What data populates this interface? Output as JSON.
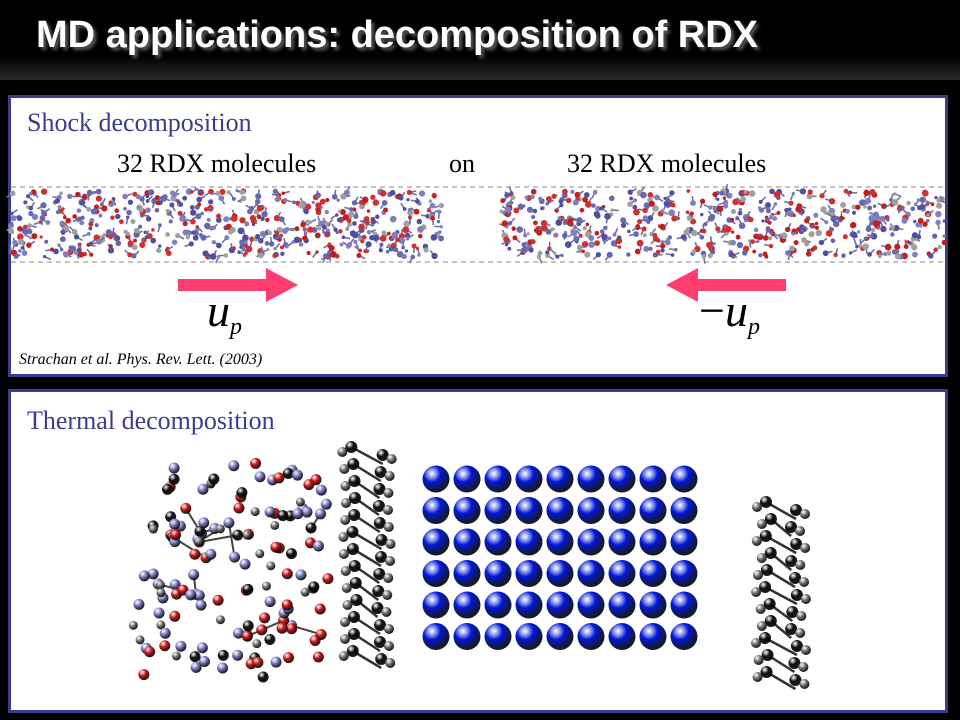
{
  "slide": {
    "title": "MD applications: decomposition of RDX",
    "colors": {
      "panel_border": "#3c3c8c",
      "arrow": "#ff3d6e",
      "section_title": "#3c3c8c",
      "carbon": "#111111",
      "hydrogen": "#777777",
      "nitrogen": "#7f7fc8",
      "oxygen": "#d01818",
      "sphere": "#0018d8"
    }
  },
  "shock": {
    "heading": "Shock decomposition",
    "left_label": "32 RDX molecules",
    "middle_label": "on",
    "right_label": "32 RDX molecules",
    "left_velocity": {
      "symbol": "u",
      "subscript": "p"
    },
    "right_velocity": {
      "sign": "−",
      "symbol": "u",
      "subscript": "p"
    },
    "citation": "Strachan et al. Phys. Rev. Lett. (2003)"
  },
  "thermal": {
    "heading": "Thermal decomposition",
    "lattice": {
      "rows": 6,
      "cols": 9
    }
  }
}
